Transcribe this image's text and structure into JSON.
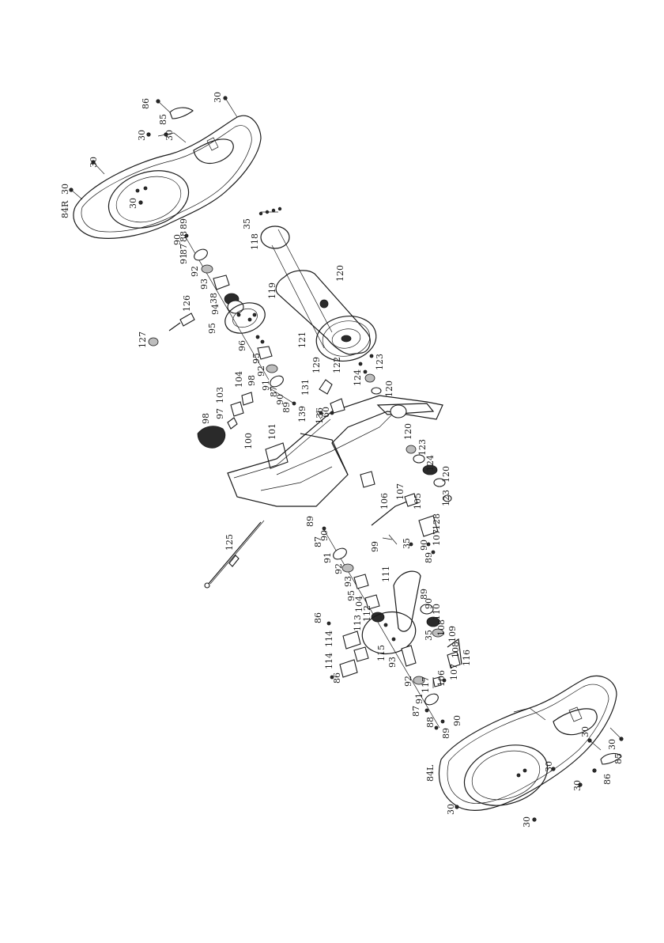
{
  "labels": {
    "upper_cover": [
      "86",
      "85",
      "30",
      "30",
      "30",
      "30",
      "30",
      "30",
      "84R"
    ],
    "upper_crank": [
      "88",
      "89",
      "90",
      "87",
      "91",
      "92",
      "93",
      "38",
      "94",
      "95",
      "96",
      "95",
      "92",
      "91",
      "87",
      "90",
      "89"
    ],
    "handle_parts": [
      "126",
      "127"
    ],
    "pedal_group": [
      "98",
      "97",
      "103",
      "104",
      "98",
      "100",
      "101"
    ],
    "belt_wheel": [
      "35",
      "118",
      "119",
      "120",
      "121",
      "122",
      "123",
      "124",
      "120"
    ],
    "frame_parts": [
      "129",
      "131",
      "139",
      "136",
      "60",
      "120",
      "123",
      "124",
      "120",
      "123"
    ],
    "tension": [
      "106",
      "107",
      "105",
      "128",
      "107",
      "90",
      "89",
      "35",
      "99"
    ],
    "lower_crank": [
      "89",
      "87",
      "90",
      "91",
      "92",
      "93",
      "95",
      "104",
      "112",
      "111",
      "115",
      "113",
      "114",
      "86",
      "114",
      "86",
      "93",
      "92",
      "91",
      "87",
      "88",
      "89",
      "90"
    ],
    "lower_right": [
      "89",
      "90",
      "110",
      "108",
      "109",
      "35",
      "108",
      "116",
      "107",
      "106",
      "117"
    ],
    "cable": [
      "125"
    ],
    "lower_cover": [
      "84L",
      "30",
      "30",
      "30",
      "30",
      "30",
      "30",
      "86",
      "85"
    ]
  }
}
